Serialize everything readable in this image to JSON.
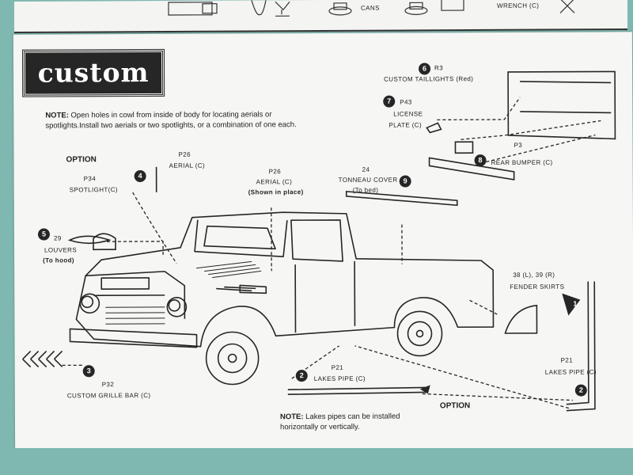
{
  "top_strip": {
    "items": [
      {
        "label": "CANS"
      },
      {
        "label": "WRENCH (C)"
      }
    ]
  },
  "header": {
    "title": "custom"
  },
  "note_top": {
    "label": "NOTE:",
    "text_line1": "Open holes in cowl from  inside of body for locating aerials or",
    "text_line2": "spotlights.Install two aerials or two spotlights, or a combination of one each."
  },
  "parts": [
    {
      "num": "6",
      "code": "R3",
      "name": "CUSTOM TAILLIGHTS (Red)"
    },
    {
      "num": "7",
      "code": "P43",
      "name_line1": "LICENSE",
      "name_line2": "PLATE (C)"
    },
    {
      "num": "8",
      "code": "P3",
      "name": "REAR BUMPER (C)"
    },
    {
      "num": "4",
      "option": "OPTION",
      "spot_code": "P34",
      "spot_name": "SPOTLIGHT(C)",
      "aerial_code": "P26",
      "aerial_name": "AERIAL (C)"
    },
    {
      "num": "9",
      "code": "24",
      "name": "TONNEAU COVER",
      "sub": "(To bed)"
    },
    {
      "code": "P26",
      "name": "AERIAL (C)",
      "sub": "(Shown in place)"
    },
    {
      "num": "5",
      "code": "29",
      "name": "LOUVERS",
      "sub": "(To hood)"
    },
    {
      "num": "1",
      "code": "38 (L), 39 (R)",
      "name": "FENDER SKIRTS"
    },
    {
      "num": "3",
      "code": "P32",
      "name": "CUSTOM GRILLE BAR (C)"
    },
    {
      "num": "2",
      "code": "P21",
      "name": "LAKES PIPE (C)"
    },
    {
      "num": "2",
      "code": "P21",
      "name": "LAKES PIPE (C)"
    }
  ],
  "option_bottom": "OPTION",
  "note_bottom": {
    "label": "NOTE:",
    "text_line1": "Lakes pipes can be installed",
    "text_line2": "horizontally or vertically."
  },
  "colors": {
    "ink": "#262626",
    "paper": "#f6f6f4",
    "background": "#7fb8b0"
  }
}
